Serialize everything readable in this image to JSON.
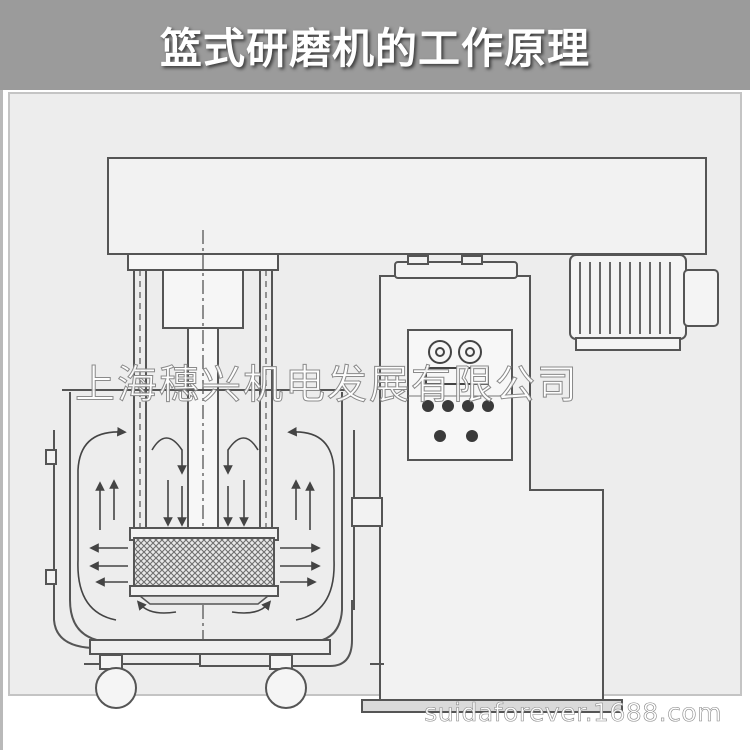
{
  "header": {
    "title": "篮式研磨机的工作原理"
  },
  "watermark": {
    "company": "上海穗兴机电发展有限公司",
    "site": "suidaforever.1688.com"
  },
  "colors": {
    "title_bar": "#9b9b9b",
    "panel": "#ededed",
    "line": "#555555",
    "mesh": "#7d7d7d"
  },
  "icons": [
    "flow-arrow-icon",
    "control-knob-icon",
    "push-button-icon",
    "motor-fins-icon",
    "caster-wheel-icon"
  ]
}
